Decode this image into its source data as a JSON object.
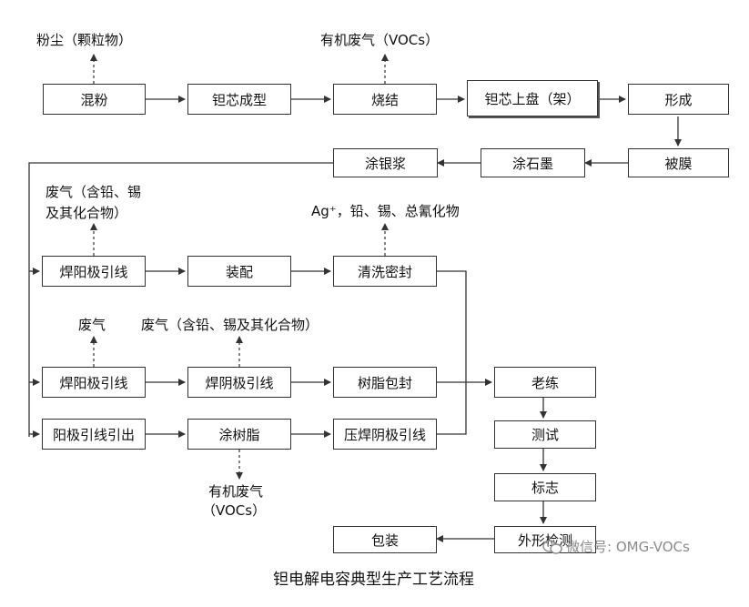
{
  "processes": {
    "mix": "混粉",
    "core_form": "钽芯成型",
    "sinter": "烧结",
    "mount": "钽芯上盘（架）",
    "forming": "形成",
    "coating": "被膜",
    "graphite": "涂石墨",
    "silver": "涂银浆",
    "weld_anode_1": "焊阳极引线",
    "assembly": "装配",
    "clean_seal": "清洗密封",
    "weld_anode_2": "焊阳极引线",
    "weld_cathode": "焊阴极引线",
    "resin_seal": "树脂包封",
    "anode_lead_out": "阳极引线引出",
    "resin_coat": "涂树脂",
    "press_weld_cathode": "压焊阴极引线",
    "aging": "老练",
    "test": "测试",
    "mark": "标志",
    "visual_check": "外形检测",
    "package": "包装"
  },
  "emissions": {
    "dust": "粉尘（颗粒物）",
    "voc_top": "有机废气（VOCs）",
    "lead_gas_line1": "废气（含铅、锡",
    "lead_gas_line2": "及其化合物）",
    "ag_emission": "Ag⁺，铅、锡、总氰化物",
    "gas": "废气",
    "lead_gas_full": "废气（含铅、锡及其化合物）",
    "voc_bottom_line1": "有机废气",
    "voc_bottom_line2": "（VOCs）"
  },
  "caption": "钽电解电容典型生产工艺流程",
  "watermark": "微信号: OMG-VOCs"
}
